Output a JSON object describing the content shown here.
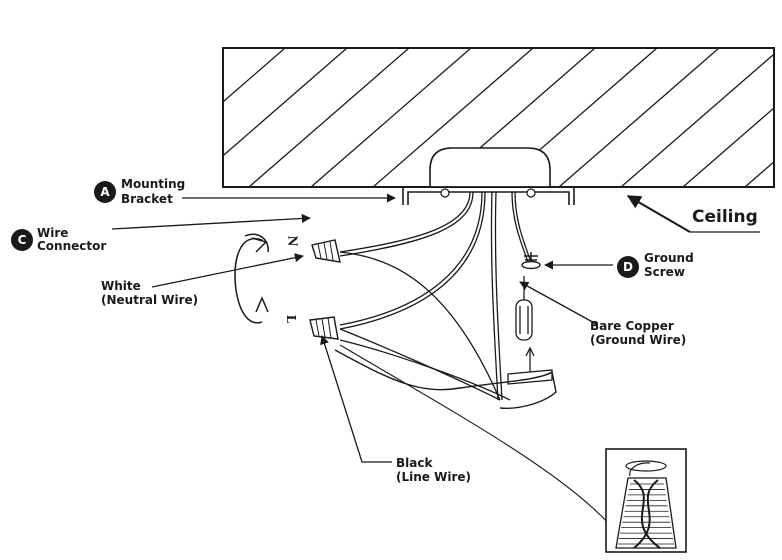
{
  "labels": {
    "a": {
      "badge": "A",
      "line1": "Mounting",
      "line2": "Bracket"
    },
    "c": {
      "badge": "C",
      "line1": "Wire",
      "line2": "Connector"
    },
    "d": {
      "badge": "D",
      "line1": "Ground",
      "line2": "Screw"
    },
    "white": {
      "line1": "White",
      "line2": "(Neutral Wire)"
    },
    "black": {
      "line1": "Black",
      "line2": "(Line Wire)"
    },
    "copper": {
      "line1": "Bare Copper",
      "line2": "(Ground Wire)"
    },
    "ceiling": "Ceiling",
    "terminal_n": "N",
    "terminal_l": "L"
  },
  "icons": [
    "rotate-arrow-icon",
    "screwdriver-icon",
    "wire-nut-detail-icon"
  ]
}
